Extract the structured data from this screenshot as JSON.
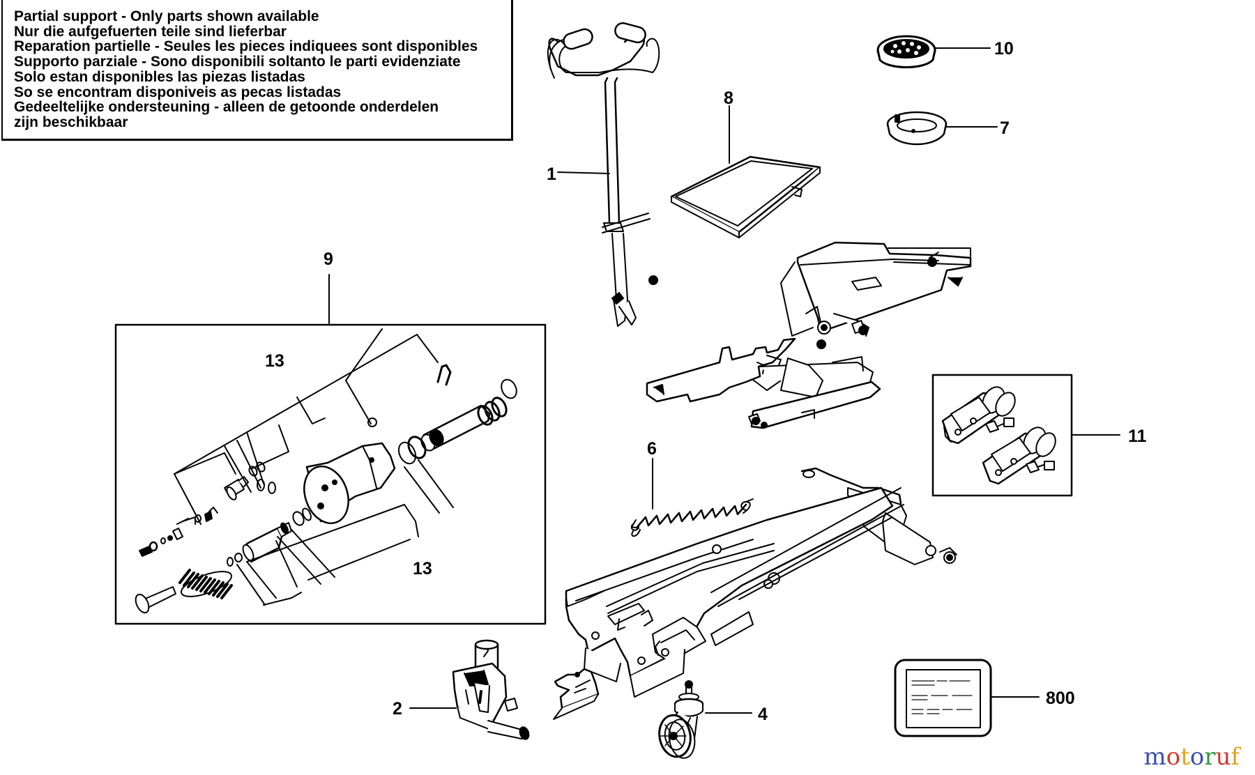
{
  "notice": {
    "lines": [
      "Partial support - Only parts shown available",
      "Nur die aufgefuerten teile sind lieferbar",
      "Reparation partielle - Seules les pieces indiquees sont disponibles",
      "Supporto parziale - Sono disponibili soltanto le parti evidenziate",
      "Solo estan disponibles las piezas listadas",
      "So se encontram disponiveis as pecas listadas",
      "Gedeeltelijke ondersteuning - alleen de getoonde onderdelen",
      "zijn beschikbaar"
    ]
  },
  "callouts": {
    "p1": "1",
    "p2": "2",
    "p4": "4",
    "p6": "6",
    "p7": "7",
    "p8": "8",
    "p9": "9",
    "p10": "10",
    "p11": "11",
    "p13a": "13",
    "p13b": "13",
    "p800": "800"
  },
  "watermark": {
    "text": "motoruf",
    "letters": [
      "m",
      "o",
      "t",
      "o",
      "r",
      "u",
      "f"
    ],
    "colors": [
      "#3b4fb0",
      "#d23a2e",
      "#e0a21a",
      "#3b4fb0",
      "#2f9a45",
      "#d23a2e",
      "#e0a21a"
    ]
  }
}
